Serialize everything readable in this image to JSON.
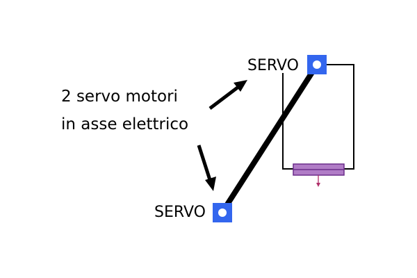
{
  "caption": {
    "line1": "2 servo motori",
    "line2": "in asse elettrico"
  },
  "servo_top": {
    "label": "SERVO"
  },
  "servo_bottom": {
    "label": "SERVO"
  },
  "colors": {
    "servo_fill": "#3366ee",
    "servo_pin": "#ffffff",
    "arm": "#000000",
    "frame": "#000000",
    "potentiometer_fill": "#b07cc6",
    "potentiometer_stroke": "#6a2c8a",
    "potentiometer_arrow": "#b0306a"
  },
  "icons": {
    "servo": "square-with-pin",
    "arrow": "pointer-arrow"
  }
}
